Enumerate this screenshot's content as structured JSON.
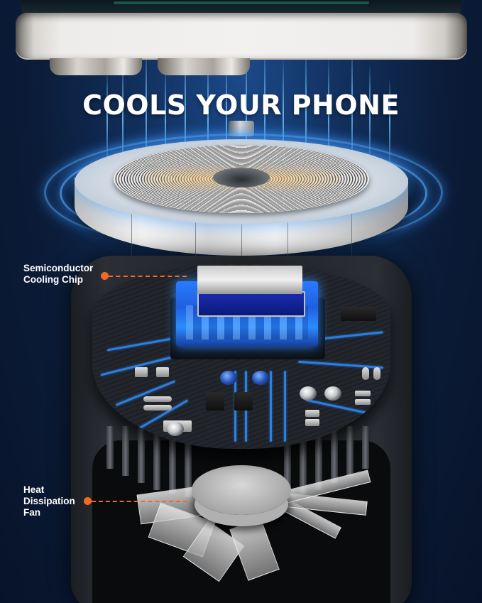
{
  "headline": "COOLS YOUR PHONE",
  "callouts": [
    {
      "id": "semiconductor-cooling-chip",
      "line1": "Semiconductor",
      "line2": "Cooling Chip",
      "line3": ""
    },
    {
      "id": "heat-dissipation-fan",
      "line1": "Heat",
      "line2": "Dissipation",
      "line3": "Fan"
    }
  ],
  "colors": {
    "background": "#0b1c38",
    "accent_blue": "#2a7fe0",
    "callout_orange": "#f26a21",
    "headline_text": "#ffffff"
  },
  "components": [
    "phone",
    "magnetic-ring",
    "charging-coil",
    "semiconductor-cooling-chip",
    "circuit-board",
    "heatsink",
    "fan",
    "housing"
  ]
}
